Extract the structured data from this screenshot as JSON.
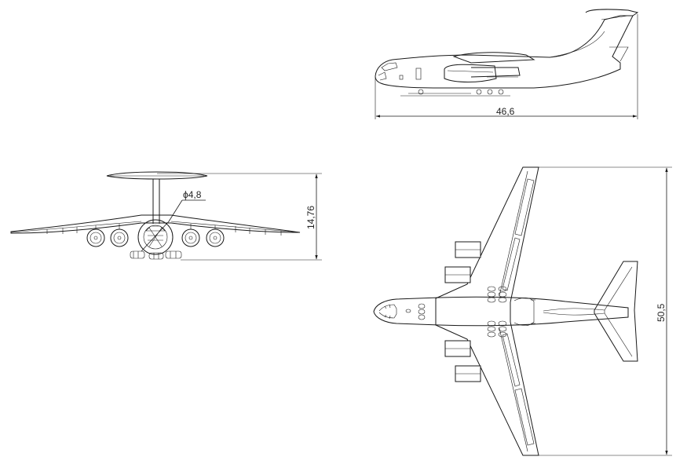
{
  "dimensions": {
    "length": "46,6",
    "wingspan": "50,5",
    "height": "14,76",
    "fuselage_diameter": "ϕ4,8"
  },
  "colors": {
    "background": "#ffffff",
    "line": "#1a1a1a"
  }
}
